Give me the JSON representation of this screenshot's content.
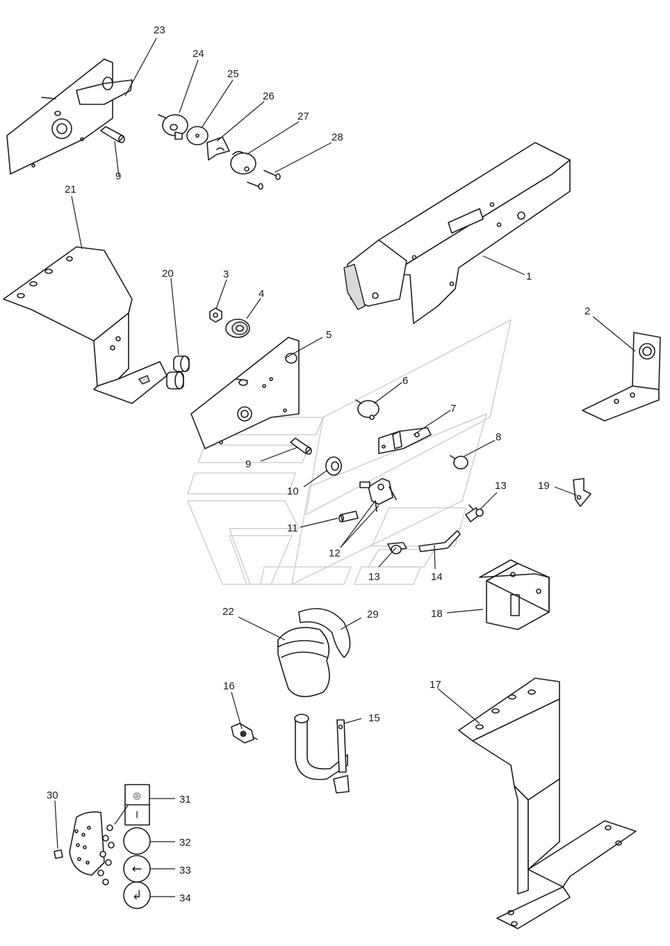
{
  "callouts": {
    "c1": "1",
    "c2": "2",
    "c3": "3",
    "c4": "4",
    "c5": "5",
    "c6": "6",
    "c7": "7",
    "c8": "8",
    "c9a": "9",
    "c9b": "9",
    "c10": "10",
    "c11": "11",
    "c12": "12",
    "c13a": "13",
    "c13b": "13",
    "c14": "14",
    "c15": "15",
    "c16": "16",
    "c17": "17",
    "c18": "18",
    "c19": "19",
    "c20": "20",
    "c21": "21",
    "c22": "22",
    "c23": "23",
    "c24": "24",
    "c25": "25",
    "c26": "26",
    "c27": "27",
    "c28": "28",
    "c29": "29",
    "c30": "30",
    "c31": "31",
    "c32": "32",
    "c33": "33",
    "c34": "34"
  },
  "symbols": {
    "sym31_top": "◎",
    "sym31_bottom": "I",
    "sym33": "←",
    "sym34": "↲"
  }
}
